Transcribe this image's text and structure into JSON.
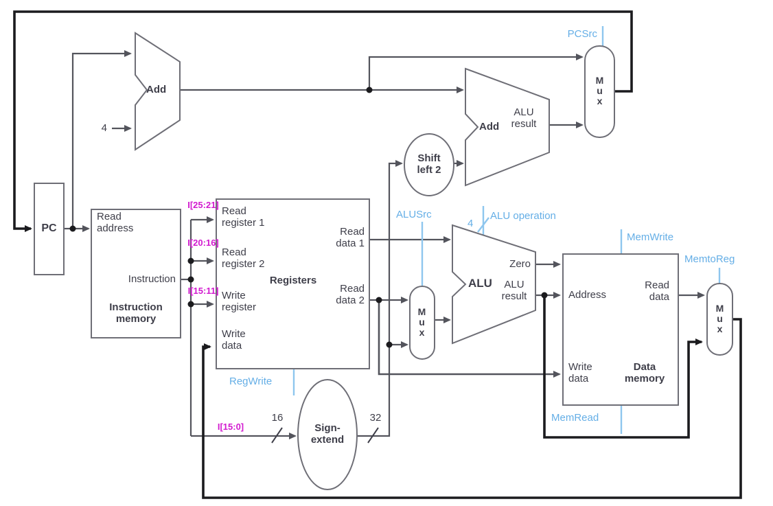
{
  "colors": {
    "wire": "#53545c",
    "thick_wire": "#1b1b1e",
    "block_border": "#6e6e76",
    "text": "#3e3e49",
    "control_signal": "#64aee6",
    "instruction_field": "#d219cf",
    "background": "#ffffff"
  },
  "blocks": {
    "pc": {
      "name": "PC"
    },
    "instruction_memory": {
      "name": "Instruction memory",
      "ports": {
        "read_address": "Read address",
        "instruction": "Instruction"
      }
    },
    "registers": {
      "name": "Registers",
      "ports": {
        "read_register_1": "Read register 1",
        "read_register_2": "Read register 2",
        "write_register": "Write register",
        "write_data": "Write data",
        "read_data_1": "Read data 1",
        "read_data_2": "Read data 2"
      }
    },
    "data_memory": {
      "name": "Data memory",
      "ports": {
        "address": "Address",
        "write_data": "Write data",
        "read_data": "Read data"
      }
    }
  },
  "units": {
    "pc_add": {
      "name": "Add"
    },
    "branch_add": {
      "name": "Add",
      "output": "ALU result"
    },
    "alu": {
      "name": "ALU",
      "zero": "Zero",
      "output": "ALU result"
    },
    "shift_left_2": {
      "name": "Shift left 2"
    },
    "sign_extend": {
      "name": "Sign-extend"
    },
    "mux_pcsrc": {
      "name": "Mux"
    },
    "mux_alusrc": {
      "name": "Mux"
    },
    "mux_memtoreg": {
      "name": "Mux"
    }
  },
  "control_signals": {
    "pcsrc": "PCSrc",
    "regwrite": "RegWrite",
    "alusrc": "ALUSrc",
    "alu_operation": "ALU operation",
    "alu_operation_width": "4",
    "memwrite": "MemWrite",
    "memtoreg": "MemtoReg",
    "memread": "MemRead"
  },
  "instruction_fields": {
    "i_25_21": "I[25:21]",
    "i_20_16": "I[20:16]",
    "i_15_11": "I[15:11]",
    "i_15_0": "I[15:0]"
  },
  "constants": {
    "pc_increment": "4"
  },
  "bus_widths": {
    "sign_extend_in": "16",
    "sign_extend_out": "32"
  }
}
